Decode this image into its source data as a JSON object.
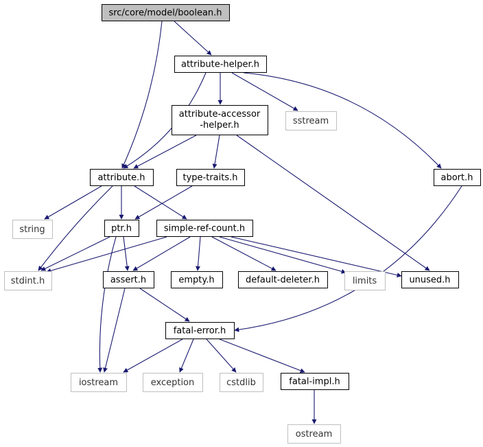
{
  "colors": {
    "edge": "#191970",
    "root_fill": "#bfbfbf",
    "node_fill": "#ffffff",
    "node_border": "#000000",
    "external_border": "#bfbfbf"
  },
  "nodes": {
    "boolean": {
      "label": "src/core/model/boolean.h",
      "kind": "root"
    },
    "attribute_helper": {
      "label": "attribute-helper.h",
      "kind": "file"
    },
    "attribute_accessor_helper": {
      "lines": [
        "attribute-accessor",
        "-helper.h"
      ],
      "kind": "file"
    },
    "sstream": {
      "label": "sstream",
      "kind": "external"
    },
    "attribute": {
      "label": "attribute.h",
      "kind": "file"
    },
    "type_traits": {
      "label": "type-traits.h",
      "kind": "file"
    },
    "abort": {
      "label": "abort.h",
      "kind": "file"
    },
    "string": {
      "label": "string",
      "kind": "external"
    },
    "ptr": {
      "label": "ptr.h",
      "kind": "file"
    },
    "simple_ref_count": {
      "label": "simple-ref-count.h",
      "kind": "file"
    },
    "stdint": {
      "label": "stdint.h",
      "kind": "external"
    },
    "assert": {
      "label": "assert.h",
      "kind": "file"
    },
    "empty": {
      "label": "empty.h",
      "kind": "file"
    },
    "default_deleter": {
      "label": "default-deleter.h",
      "kind": "file"
    },
    "limits": {
      "label": "limits",
      "kind": "external"
    },
    "unused": {
      "label": "unused.h",
      "kind": "file"
    },
    "fatal_error": {
      "label": "fatal-error.h",
      "kind": "file"
    },
    "iostream": {
      "label": "iostream",
      "kind": "external"
    },
    "exception": {
      "label": "exception",
      "kind": "external"
    },
    "cstdlib": {
      "label": "cstdlib",
      "kind": "external"
    },
    "fatal_impl": {
      "label": "fatal-impl.h",
      "kind": "file"
    },
    "ostream": {
      "label": "ostream",
      "kind": "external"
    }
  },
  "edges": [
    [
      "boolean",
      "attribute_helper"
    ],
    [
      "boolean",
      "attribute"
    ],
    [
      "attribute_helper",
      "attribute_accessor_helper"
    ],
    [
      "attribute_helper",
      "sstream"
    ],
    [
      "attribute_helper",
      "attribute"
    ],
    [
      "attribute_helper",
      "abort"
    ],
    [
      "attribute_accessor_helper",
      "attribute"
    ],
    [
      "attribute_accessor_helper",
      "type_traits"
    ],
    [
      "attribute_accessor_helper",
      "unused"
    ],
    [
      "attribute",
      "string"
    ],
    [
      "attribute",
      "ptr"
    ],
    [
      "attribute",
      "simple_ref_count"
    ],
    [
      "attribute",
      "stdint"
    ],
    [
      "type_traits",
      "ptr"
    ],
    [
      "abort",
      "fatal_error"
    ],
    [
      "ptr",
      "stdint"
    ],
    [
      "ptr",
      "assert"
    ],
    [
      "ptr",
      "iostream"
    ],
    [
      "simple_ref_count",
      "stdint"
    ],
    [
      "simple_ref_count",
      "assert"
    ],
    [
      "simple_ref_count",
      "empty"
    ],
    [
      "simple_ref_count",
      "default_deleter"
    ],
    [
      "simple_ref_count",
      "limits"
    ],
    [
      "simple_ref_count",
      "unused"
    ],
    [
      "assert",
      "fatal_error"
    ],
    [
      "assert",
      "iostream"
    ],
    [
      "fatal_error",
      "iostream"
    ],
    [
      "fatal_error",
      "exception"
    ],
    [
      "fatal_error",
      "cstdlib"
    ],
    [
      "fatal_error",
      "fatal_impl"
    ],
    [
      "fatal_impl",
      "ostream"
    ]
  ]
}
